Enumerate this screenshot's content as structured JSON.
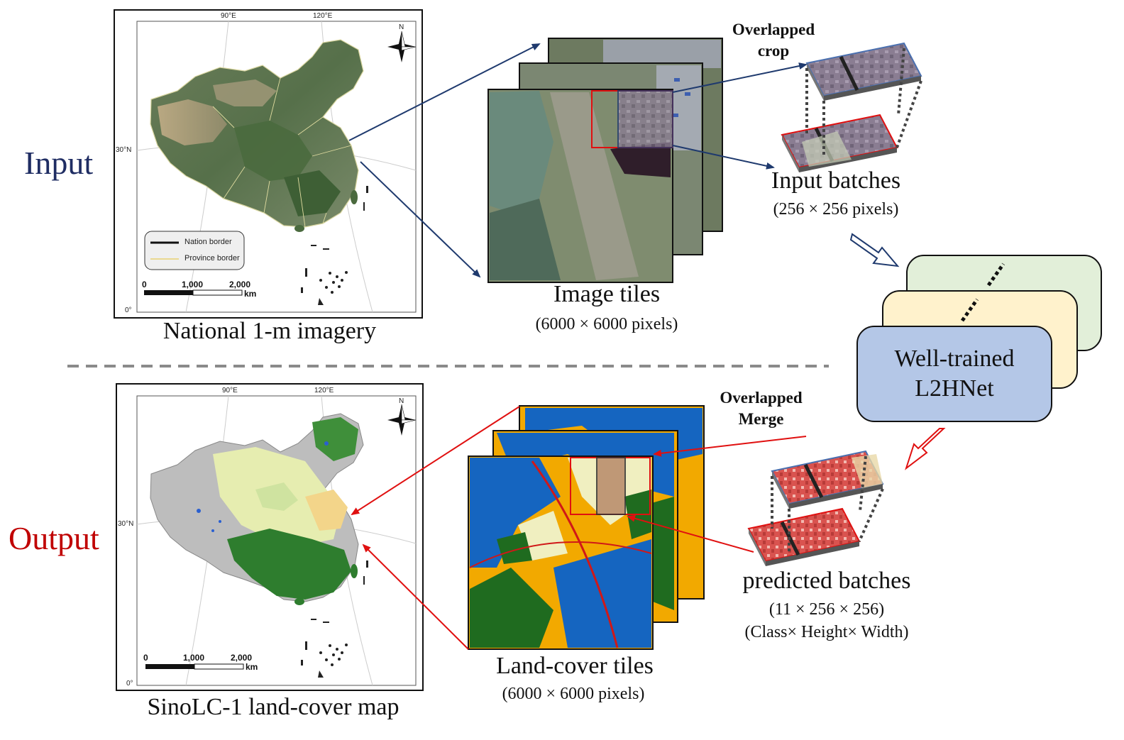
{
  "labels": {
    "input": "Input",
    "output": "Output"
  },
  "colors": {
    "input": "#1f2d63",
    "output": "#c00000",
    "model_front": "#b4c7e7",
    "model_mid": "#fff2cc",
    "model_back": "#e2efd9",
    "arrow_blue": "#1f3a6e",
    "arrow_red": "#e01010"
  },
  "top_map": {
    "caption": "National 1-m imagery",
    "lon_ticks": [
      "90°E",
      "120°E"
    ],
    "lat_ticks": [
      "30°N",
      "0°"
    ],
    "north": "N",
    "legend": [
      "Nation border",
      "Province border"
    ],
    "scale": [
      "0",
      "1,000",
      "2,000",
      "km"
    ]
  },
  "bottom_map": {
    "caption": "SinoLC-1 land-cover map",
    "lon_ticks": [
      "90°E",
      "120°E"
    ],
    "lat_ticks": [
      "30°N",
      "0°"
    ],
    "north": "N",
    "scale": [
      "0",
      "1,000",
      "2,000",
      "km"
    ]
  },
  "image_tiles": {
    "caption": "Image tiles",
    "size": "(6000 × 6000 pixels)"
  },
  "overlapped_crop": "Overlapped\ncrop",
  "input_batches": {
    "caption": "Input batches",
    "size": "(256 × 256 pixels)"
  },
  "model": {
    "label": "Well-trained\nL2HNet"
  },
  "overlapped_merge": "Overlapped\nMerge",
  "predicted_batches": {
    "caption": "predicted batches",
    "size": "(11 × 256 × 256)",
    "dims": "(Class× Height× Width)"
  },
  "landcover_tiles": {
    "caption": "Land-cover tiles",
    "size": "(6000 × 6000 pixels)"
  }
}
